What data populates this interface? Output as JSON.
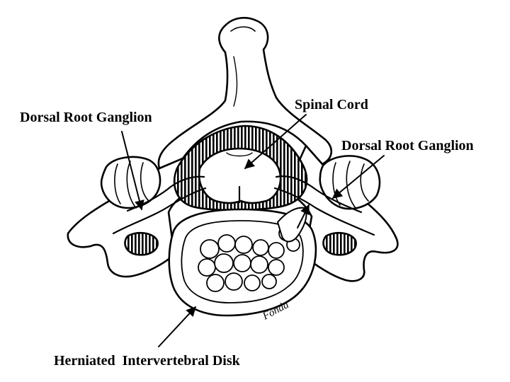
{
  "labels": {
    "dorsal_root_ganglion_left": "Dorsal Root Ganglion",
    "spinal_cord": "Spinal Cord",
    "dorsal_root_ganglion_right": "Dorsal Root Ganglion",
    "herniated_disk": "Herniated  Intervertebral Disk",
    "signature": "Fonda"
  },
  "colors": {
    "ink": "#000000",
    "paper": "#ffffff"
  }
}
